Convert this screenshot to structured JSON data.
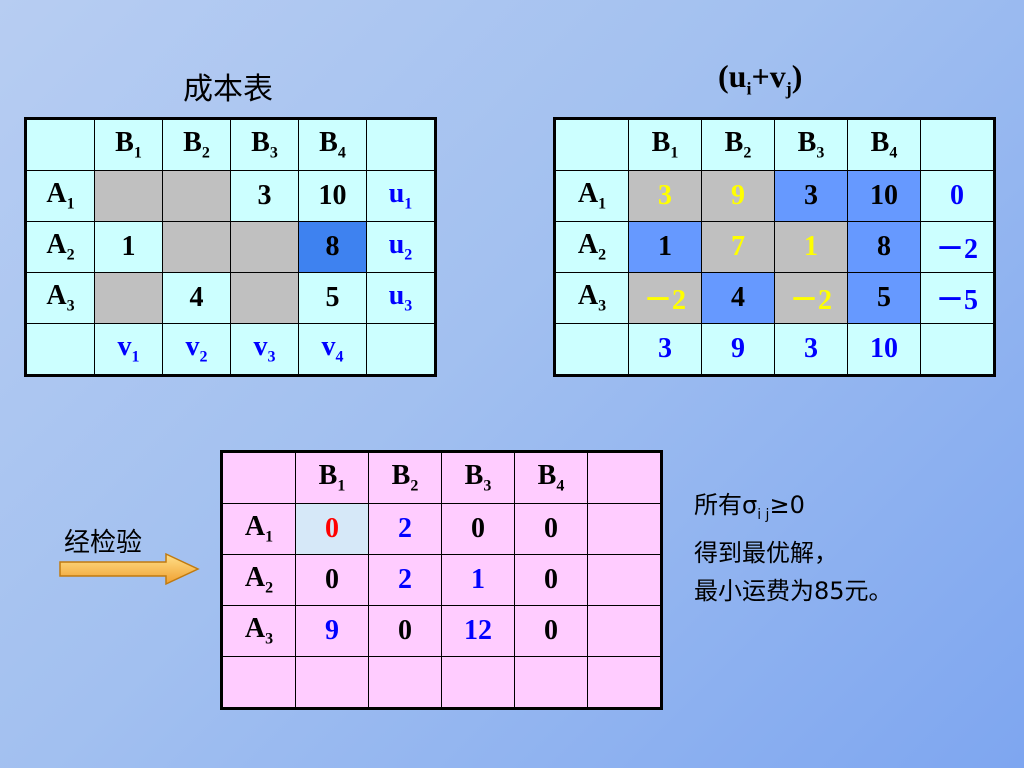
{
  "cost_table": {
    "title": "成本表",
    "col_headers": [
      "B1",
      "B2",
      "B3",
      "B4"
    ],
    "rows": [
      {
        "label": "A1",
        "cells": [
          "",
          "",
          "3",
          "10"
        ],
        "side": "u1"
      },
      {
        "label": "A2",
        "cells": [
          "1",
          "",
          "",
          "8"
        ],
        "side": "u2"
      },
      {
        "label": "A3",
        "cells": [
          "",
          "4",
          "",
          "5"
        ],
        "side": "u3"
      }
    ],
    "bottom": [
      "v1",
      "v2",
      "v3",
      "v4"
    ],
    "bg": "#ccffff"
  },
  "uv_table": {
    "title": "(ui+vj)",
    "col_headers": [
      "B1",
      "B2",
      "B3",
      "B4"
    ],
    "rows": [
      {
        "label": "A1",
        "cells": [
          "3",
          "9",
          "3",
          "10"
        ],
        "side": "0"
      },
      {
        "label": "A2",
        "cells": [
          "1",
          "7",
          "1",
          "8"
        ],
        "side": "－2"
      },
      {
        "label": "A3",
        "cells": [
          "－2",
          "4",
          "－2",
          "5"
        ],
        "side": "－5"
      }
    ],
    "bottom": [
      "3",
      "9",
      "3",
      "10"
    ]
  },
  "check_table": {
    "col_headers": [
      "B1",
      "B2",
      "B3",
      "B4"
    ],
    "rows": [
      {
        "label": "A1",
        "cells": [
          "0",
          "2",
          "0",
          "0"
        ]
      },
      {
        "label": "A2",
        "cells": [
          "0",
          "2",
          "1",
          "0"
        ]
      },
      {
        "label": "A3",
        "cells": [
          "9",
          "0",
          "12",
          "0"
        ]
      }
    ],
    "bg": "#ffccff"
  },
  "arrow_label": "经检验",
  "conclusion": {
    "line1_prefix": "所有σ",
    "line1_sub": "i j",
    "line1_suffix": "≥0",
    "line2": "得到最优解，",
    "line3": "最小运费为85元。"
  },
  "colors": {
    "highlight_yellow": "#ffff00",
    "emphasis_blue": "#0000ff",
    "emphasis_red": "#ff0000",
    "gray_cell": "#c0c0c0",
    "blue_cell": "#6699ff"
  }
}
